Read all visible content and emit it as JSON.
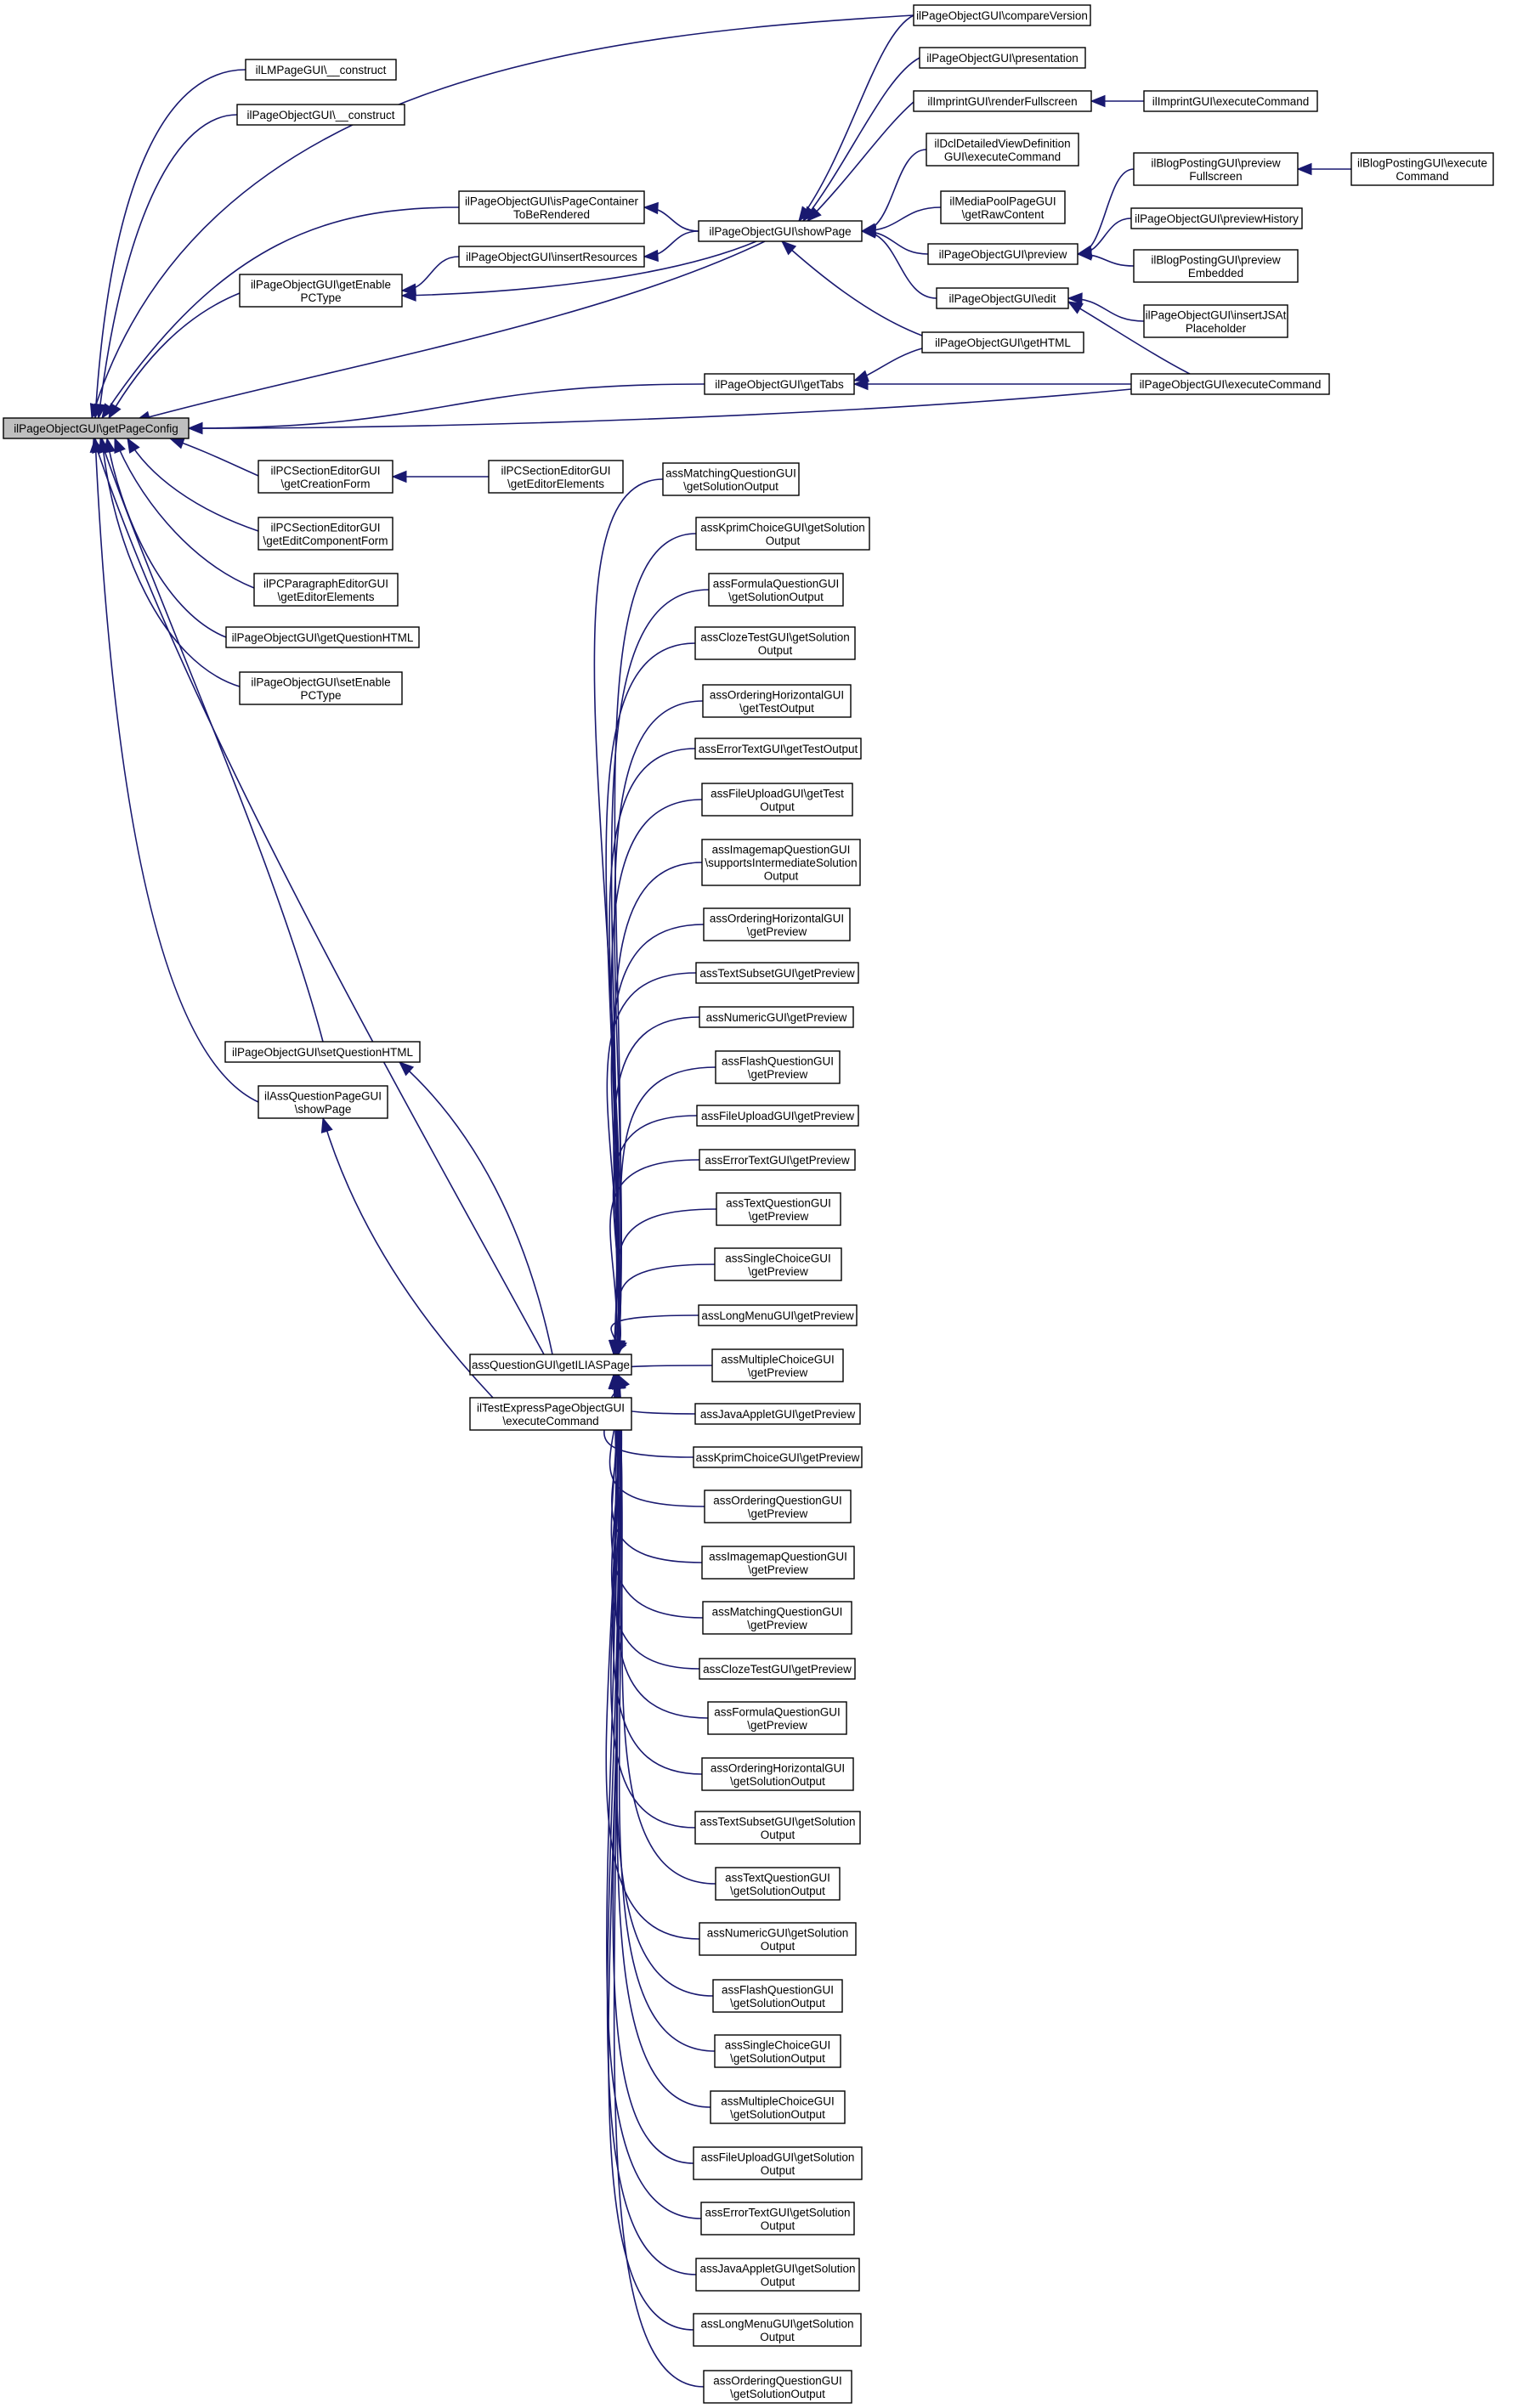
{
  "diagram": {
    "colors": {
      "edge": "#191970",
      "node_border": "#000000",
      "node_fill": "#ffffff",
      "focus_fill": "#bfbfbf"
    },
    "nodes": [
      {
        "id": "getPageConfig",
        "lines": [
          "ilPageObjectGUI\\getPageConfig"
        ],
        "focus": true
      },
      {
        "id": "lmConstruct",
        "lines": [
          "ilLMPageGUI\\__construct"
        ]
      },
      {
        "id": "poConstruct",
        "lines": [
          "ilPageObjectGUI\\__construct"
        ]
      },
      {
        "id": "isPageContainer",
        "lines": [
          "ilPageObjectGUI\\isPageContainer",
          "ToBeRendered"
        ]
      },
      {
        "id": "insertResources",
        "lines": [
          "ilPageObjectGUI\\insertResources"
        ]
      },
      {
        "id": "getEnablePC",
        "lines": [
          "ilPageObjectGUI\\getEnable",
          "PCType"
        ]
      },
      {
        "id": "showPage",
        "lines": [
          "ilPageObjectGUI\\showPage"
        ]
      },
      {
        "id": "getTabs",
        "lines": [
          "ilPageObjectGUI\\getTabs"
        ]
      },
      {
        "id": "compareVersion",
        "lines": [
          "ilPageObjectGUI\\compareVersion"
        ]
      },
      {
        "id": "presentation",
        "lines": [
          "ilPageObjectGUI\\presentation"
        ]
      },
      {
        "id": "renderFullscreen",
        "lines": [
          "ilImprintGUI\\renderFullscreen"
        ]
      },
      {
        "id": "imprintExec",
        "lines": [
          "ilImprintGUI\\executeCommand"
        ]
      },
      {
        "id": "dclExec",
        "lines": [
          "ilDclDetailedViewDefinition",
          "GUI\\executeCommand"
        ]
      },
      {
        "id": "mediaPool",
        "lines": [
          "ilMediaPoolPageGUI",
          "\\getRawContent"
        ]
      },
      {
        "id": "preview",
        "lines": [
          "ilPageObjectGUI\\preview"
        ]
      },
      {
        "id": "edit",
        "lines": [
          "ilPageObjectGUI\\edit"
        ]
      },
      {
        "id": "getHTML",
        "lines": [
          "ilPageObjectGUI\\getHTML"
        ]
      },
      {
        "id": "blogPreviewFull",
        "lines": [
          "ilBlogPostingGUI\\preview",
          "Fullscreen"
        ]
      },
      {
        "id": "blogExec",
        "lines": [
          "ilBlogPostingGUI\\execute",
          "Command"
        ]
      },
      {
        "id": "previewHistory",
        "lines": [
          "ilPageObjectGUI\\previewHistory"
        ]
      },
      {
        "id": "blogPreviewEmb",
        "lines": [
          "ilBlogPostingGUI\\preview",
          "Embedded"
        ]
      },
      {
        "id": "insertJSAt",
        "lines": [
          "ilPageObjectGUI\\insertJSAt",
          "Placeholder"
        ]
      },
      {
        "id": "poExec",
        "lines": [
          "ilPageObjectGUI\\executeCommand"
        ]
      },
      {
        "id": "getCreationForm",
        "lines": [
          "ilPCSectionEditorGUI",
          "\\getCreationForm"
        ]
      },
      {
        "id": "pcsGetEditorEl",
        "lines": [
          "ilPCSectionEditorGUI",
          "\\getEditorElements"
        ]
      },
      {
        "id": "getEditComponentForm",
        "lines": [
          "ilPCSectionEditorGUI",
          "\\getEditComponentForm"
        ]
      },
      {
        "id": "pcParaEditorEl",
        "lines": [
          "ilPCParagraphEditorGUI",
          "\\getEditorElements"
        ]
      },
      {
        "id": "getQuestionHTML",
        "lines": [
          "ilPageObjectGUI\\getQuestionHTML"
        ]
      },
      {
        "id": "setEnablePC",
        "lines": [
          "ilPageObjectGUI\\setEnable",
          "PCType"
        ]
      },
      {
        "id": "setQuestionHTML",
        "lines": [
          "ilPageObjectGUI\\setQuestionHTML"
        ]
      },
      {
        "id": "assQPageShow",
        "lines": [
          "ilAssQuestionPageGUI",
          "\\showPage"
        ]
      },
      {
        "id": "getILIASPage",
        "lines": [
          "assQuestionGUI\\getILIASPage"
        ]
      },
      {
        "id": "testExpress",
        "lines": [
          "ilTestExpressPageObjectGUI",
          "\\executeCommand"
        ]
      },
      {
        "id": "r1",
        "lines": [
          "assMatchingQuestionGUI",
          "\\getSolutionOutput"
        ]
      },
      {
        "id": "r2",
        "lines": [
          "assKprimChoiceGUI\\getSolution",
          "Output"
        ]
      },
      {
        "id": "r3",
        "lines": [
          "assFormulaQuestionGUI",
          "\\getSolutionOutput"
        ]
      },
      {
        "id": "r4",
        "lines": [
          "assClozeTestGUI\\getSolution",
          "Output"
        ]
      },
      {
        "id": "r5",
        "lines": [
          "assOrderingHorizontalGUI",
          "\\getTestOutput"
        ]
      },
      {
        "id": "r6",
        "lines": [
          "assErrorTextGUI\\getTestOutput"
        ]
      },
      {
        "id": "r7",
        "lines": [
          "assFileUploadGUI\\getTest",
          "Output"
        ]
      },
      {
        "id": "r8",
        "lines": [
          "assImagemapQuestionGUI",
          "\\supportsIntermediateSolution",
          "Output"
        ]
      },
      {
        "id": "r9",
        "lines": [
          "assOrderingHorizontalGUI",
          "\\getPreview"
        ]
      },
      {
        "id": "r10",
        "lines": [
          "assTextSubsetGUI\\getPreview"
        ]
      },
      {
        "id": "r11",
        "lines": [
          "assNumericGUI\\getPreview"
        ]
      },
      {
        "id": "r12",
        "lines": [
          "assFlashQuestionGUI",
          "\\getPreview"
        ]
      },
      {
        "id": "r13",
        "lines": [
          "assFileUploadGUI\\getPreview"
        ]
      },
      {
        "id": "r14",
        "lines": [
          "assErrorTextGUI\\getPreview"
        ]
      },
      {
        "id": "r15",
        "lines": [
          "assTextQuestionGUI",
          "\\getPreview"
        ]
      },
      {
        "id": "r16",
        "lines": [
          "assSingleChoiceGUI",
          "\\getPreview"
        ]
      },
      {
        "id": "r17",
        "lines": [
          "assLongMenuGUI\\getPreview"
        ]
      },
      {
        "id": "r18",
        "lines": [
          "assMultipleChoiceGUI",
          "\\getPreview"
        ]
      },
      {
        "id": "r19",
        "lines": [
          "assJavaAppletGUI\\getPreview"
        ]
      },
      {
        "id": "r20",
        "lines": [
          "assKprimChoiceGUI\\getPreview"
        ]
      },
      {
        "id": "r21",
        "lines": [
          "assOrderingQuestionGUI",
          "\\getPreview"
        ]
      },
      {
        "id": "r22",
        "lines": [
          "assImagemapQuestionGUI",
          "\\getPreview"
        ]
      },
      {
        "id": "r23",
        "lines": [
          "assMatchingQuestionGUI",
          "\\getPreview"
        ]
      },
      {
        "id": "r24",
        "lines": [
          "assClozeTestGUI\\getPreview"
        ]
      },
      {
        "id": "r25",
        "lines": [
          "assFormulaQuestionGUI",
          "\\getPreview"
        ]
      },
      {
        "id": "r26",
        "lines": [
          "assOrderingHorizontalGUI",
          "\\getSolutionOutput"
        ]
      },
      {
        "id": "r27",
        "lines": [
          "assTextSubsetGUI\\getSolution",
          "Output"
        ]
      },
      {
        "id": "r28",
        "lines": [
          "assTextQuestionGUI",
          "\\getSolutionOutput"
        ]
      },
      {
        "id": "r29",
        "lines": [
          "assNumericGUI\\getSolution",
          "Output"
        ]
      },
      {
        "id": "r30",
        "lines": [
          "assFlashQuestionGUI",
          "\\getSolutionOutput"
        ]
      },
      {
        "id": "r31",
        "lines": [
          "assSingleChoiceGUI",
          "\\getSolutionOutput"
        ]
      },
      {
        "id": "r32",
        "lines": [
          "assMultipleChoiceGUI",
          "\\getSolutionOutput"
        ]
      },
      {
        "id": "r33",
        "lines": [
          "assFileUploadGUI\\getSolution",
          "Output"
        ]
      },
      {
        "id": "r34",
        "lines": [
          "assErrorTextGUI\\getSolution",
          "Output"
        ]
      },
      {
        "id": "r35",
        "lines": [
          "assJavaAppletGUI\\getSolution",
          "Output"
        ]
      },
      {
        "id": "r36",
        "lines": [
          "assLongMenuGUI\\getSolution",
          "Output"
        ]
      },
      {
        "id": "r37",
        "lines": [
          "assOrderingQuestionGUI",
          "\\getSolutionOutput"
        ]
      }
    ],
    "edges": [
      [
        "lmConstruct",
        "getPageConfig"
      ],
      [
        "poConstruct",
        "getPageConfig"
      ],
      [
        "isPageContainer",
        "getPageConfig"
      ],
      [
        "getEnablePC",
        "getPageConfig"
      ],
      [
        "showPage",
        "getPageConfig"
      ],
      [
        "getTabs",
        "getPageConfig"
      ],
      [
        "compareVersion",
        "getPageConfig"
      ],
      [
        "poExec",
        "getPageConfig"
      ],
      [
        "getCreationForm",
        "getPageConfig"
      ],
      [
        "getEditComponentForm",
        "getPageConfig"
      ],
      [
        "pcParaEditorEl",
        "getPageConfig"
      ],
      [
        "getQuestionHTML",
        "getPageConfig"
      ],
      [
        "setEnablePC",
        "getPageConfig"
      ],
      [
        "setQuestionHTML",
        "getPageConfig"
      ],
      [
        "assQPageShow",
        "getPageConfig"
      ],
      [
        "getILIASPage",
        "getPageConfig"
      ],
      [
        "showPage",
        "isPageContainer"
      ],
      [
        "showPage",
        "insertResources"
      ],
      [
        "insertResources",
        "getEnablePC"
      ],
      [
        "showPage",
        "getEnablePC"
      ],
      [
        "compareVersion",
        "showPage"
      ],
      [
        "presentation",
        "showPage"
      ],
      [
        "renderFullscreen",
        "showPage"
      ],
      [
        "dclExec",
        "showPage"
      ],
      [
        "mediaPool",
        "showPage"
      ],
      [
        "preview",
        "showPage"
      ],
      [
        "edit",
        "showPage"
      ],
      [
        "getHTML",
        "showPage"
      ],
      [
        "imprintExec",
        "renderFullscreen"
      ],
      [
        "blogExec",
        "blogPreviewFull"
      ],
      [
        "blogPreviewFull",
        "preview"
      ],
      [
        "previewHistory",
        "preview"
      ],
      [
        "blogPreviewEmb",
        "preview"
      ],
      [
        "insertJSAt",
        "edit"
      ],
      [
        "poExec",
        "edit"
      ],
      [
        "getHTML",
        "getTabs"
      ],
      [
        "poExec",
        "getTabs"
      ],
      [
        "pcsGetEditorEl",
        "getCreationForm"
      ],
      [
        "getILIASPage",
        "setQuestionHTML"
      ],
      [
        "testExpress",
        "assQPageShow"
      ],
      [
        "r1",
        "getILIASPage"
      ],
      [
        "r2",
        "getILIASPage"
      ],
      [
        "r3",
        "getILIASPage"
      ],
      [
        "r4",
        "getILIASPage"
      ],
      [
        "r5",
        "getILIASPage"
      ],
      [
        "r6",
        "getILIASPage"
      ],
      [
        "r7",
        "getILIASPage"
      ],
      [
        "r8",
        "getILIASPage"
      ],
      [
        "r9",
        "getILIASPage"
      ],
      [
        "r10",
        "getILIASPage"
      ],
      [
        "r11",
        "getILIASPage"
      ],
      [
        "r12",
        "getILIASPage"
      ],
      [
        "r13",
        "getILIASPage"
      ],
      [
        "r14",
        "getILIASPage"
      ],
      [
        "r15",
        "getILIASPage"
      ],
      [
        "r16",
        "getILIASPage"
      ],
      [
        "r17",
        "getILIASPage"
      ],
      [
        "r18",
        "getILIASPage"
      ],
      [
        "r19",
        "getILIASPage"
      ],
      [
        "r20",
        "getILIASPage"
      ],
      [
        "r21",
        "getILIASPage"
      ],
      [
        "r22",
        "getILIASPage"
      ],
      [
        "r23",
        "getILIASPage"
      ],
      [
        "r24",
        "getILIASPage"
      ],
      [
        "r25",
        "getILIASPage"
      ],
      [
        "r26",
        "getILIASPage"
      ],
      [
        "r27",
        "getILIASPage"
      ],
      [
        "r28",
        "getILIASPage"
      ],
      [
        "r29",
        "getILIASPage"
      ],
      [
        "r30",
        "getILIASPage"
      ],
      [
        "r31",
        "getILIASPage"
      ],
      [
        "r32",
        "getILIASPage"
      ],
      [
        "r33",
        "getILIASPage"
      ],
      [
        "r34",
        "getILIASPage"
      ],
      [
        "r35",
        "getILIASPage"
      ],
      [
        "r36",
        "getILIASPage"
      ],
      [
        "r37",
        "getILIASPage"
      ]
    ]
  }
}
